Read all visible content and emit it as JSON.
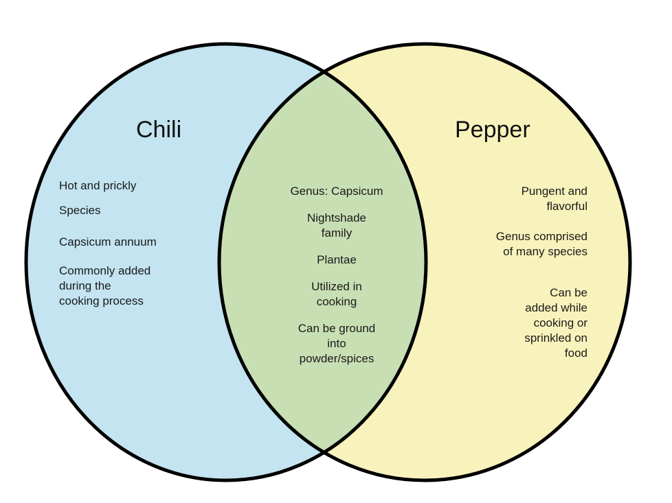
{
  "diagram": {
    "type": "venn-2-set",
    "background_color": "#ffffff",
    "outline_color": "#000000",
    "left_set": {
      "title": "Chili",
      "fill_color": "#c3e4f0",
      "items": [
        "Hot and prickly",
        "Species",
        "Capsicum annuum",
        "Commonly added\nduring the\ncooking process"
      ]
    },
    "right_set": {
      "title": "Pepper",
      "fill_color": "#f8f3bc",
      "items": [
        "Pungent and\nflavorful",
        "Genus comprised\nof many species",
        "Can be\nadded while\ncooking or\nsprinkled on\nfood"
      ]
    },
    "intersection": {
      "fill_color": "#c8dfb4",
      "items": [
        "Genus: Capsicum",
        "Nightshade\nfamily",
        "Plantae",
        "Utilized in\ncooking",
        "Can be ground\ninto\npowder/spices"
      ]
    }
  }
}
